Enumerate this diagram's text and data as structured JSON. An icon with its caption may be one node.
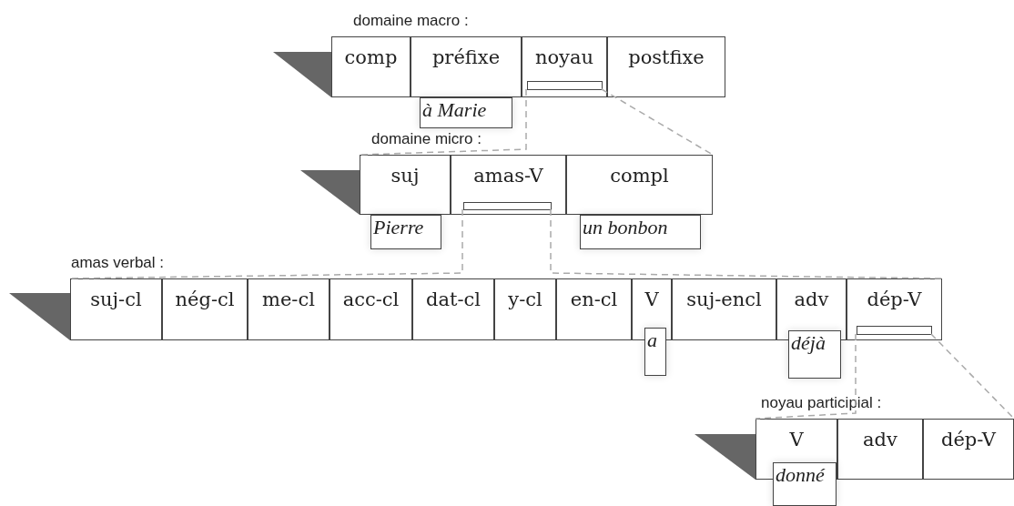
{
  "diagram": {
    "nodes": [
      {
        "text": [
          "domaine macro :"
        ]
      },
      {
        "text": [
          "comp"
        ],
        "in": 0
      },
      {
        "text": [
          "préfixe"
        ],
        "in": 0
      },
      {
        "text": [
          "noyau"
        ],
        "in": 0
      },
      {
        "text": [
          "postfixe"
        ],
        "in": 0
      },
      {
        "text": [
          "à Marie"
        ]
      },
      {
        "text": [],
        "shape": "box",
        "in": 3
      },
      {
        "text": [
          "domaine micro :"
        ]
      },
      {
        "text": [
          "suj"
        ],
        "in": 7
      },
      {
        "text": [
          "amas-V"
        ],
        "in": 7
      },
      {
        "text": [
          "compl"
        ],
        "in": 7
      },
      {
        "text": [
          "Pierre"
        ]
      },
      {
        "text": [],
        "shape": "box",
        "in": 9
      },
      {
        "text": [
          "un bonbon"
        ]
      },
      {
        "text": [
          "amas verbal :"
        ]
      },
      {
        "text": [
          "suj-cl"
        ],
        "in": 14
      },
      {
        "text": [
          "nég-cl"
        ],
        "in": 14
      },
      {
        "text": [
          "me-cl"
        ],
        "in": 14
      },
      {
        "text": [
          "acc-cl"
        ],
        "in": 14
      },
      {
        "text": [
          "dat-cl"
        ],
        "in": 14
      },
      {
        "text": [
          "y-cl"
        ],
        "in": 14
      },
      {
        "text": [
          "en-cl"
        ],
        "in": 14
      },
      {
        "text": [
          "V"
        ],
        "in": 14
      },
      {
        "text": [
          "suj-encl"
        ],
        "in": 14
      },
      {
        "text": [
          "adv"
        ],
        "in": 14
      },
      {
        "text": [
          "dép-V"
        ],
        "in": 14
      },
      {
        "text": [
          "a"
        ]
      },
      {
        "text": [
          "déjà"
        ]
      },
      {
        "text": [],
        "shape": "box",
        "in": 25
      },
      {
        "text": [
          "noyau participial :"
        ]
      },
      {
        "text": [
          "V"
        ],
        "in": 29
      },
      {
        "text": [
          "adv"
        ],
        "in": 29
      },
      {
        "text": [
          "dép-V"
        ],
        "in": 29
      },
      {
        "text": [
          "donné"
        ]
      }
    ],
    "edges": [
      {
        "from": 6,
        "to": 7,
        "arrow": "none",
        "style": "dashed"
      },
      {
        "from": 6,
        "to": 7,
        "arrow": "none",
        "style": "dashed"
      },
      {
        "from": 12,
        "to": 14,
        "arrow": "none",
        "style": "dashed"
      },
      {
        "from": 12,
        "to": 14,
        "arrow": "none",
        "style": "dashed"
      },
      {
        "from": 28,
        "to": 29,
        "arrow": "none",
        "style": "dashed"
      },
      {
        "from": 28,
        "to": 29,
        "arrow": "none",
        "style": "dashed"
      }
    ]
  }
}
